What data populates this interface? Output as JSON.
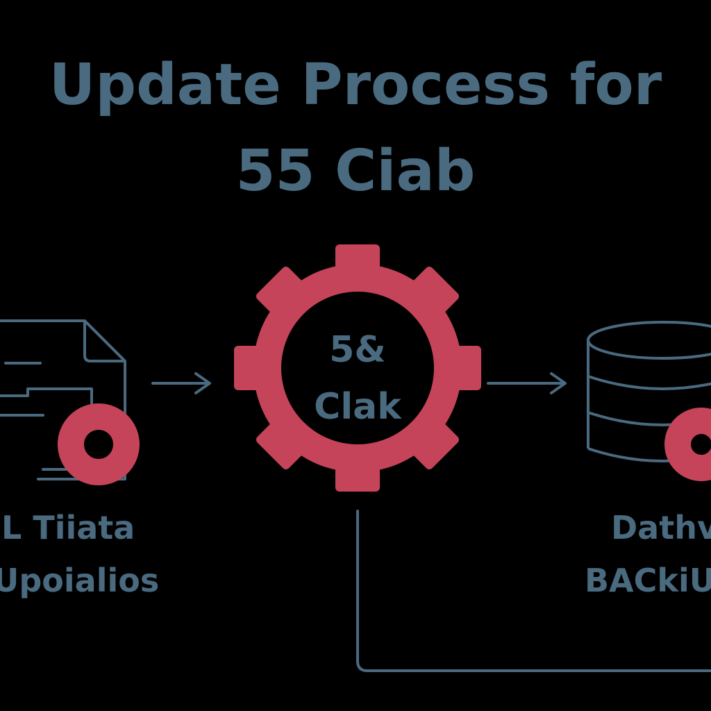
{
  "title": {
    "line1": "Update Process for",
    "line2": "55 Ciab"
  },
  "nodes": {
    "source": {
      "icon": "document-icon",
      "label_line1": "L Tiiata",
      "label_line2": "Upoialios"
    },
    "process": {
      "icon": "gear-icon",
      "text_line1": "5&",
      "text_line2": "Clak"
    },
    "target": {
      "icon": "database-icon",
      "label_line1": "Dathv",
      "label_line2": "BACkiU"
    }
  },
  "colors": {
    "background": "#000000",
    "primary": "#4a6a80",
    "accent": "#c5445a"
  }
}
